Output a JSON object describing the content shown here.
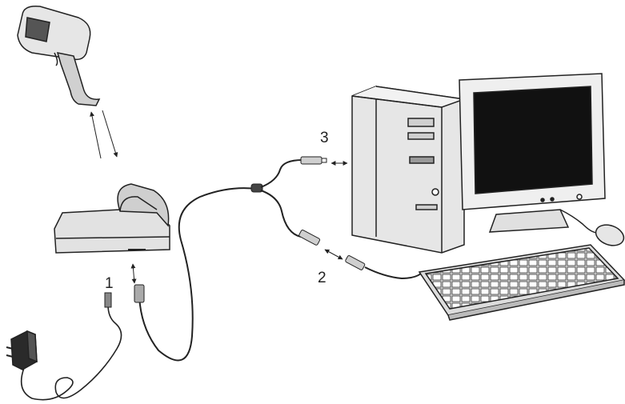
{
  "callouts": {
    "power": "1",
    "keyboard": "2",
    "host": "3"
  },
  "icons": [
    "barcode-scanner-icon",
    "cradle-icon",
    "power-adapter-icon",
    "computer-tower-icon",
    "monitor-icon",
    "keyboard-icon",
    "mouse-icon",
    "connector-icon"
  ]
}
